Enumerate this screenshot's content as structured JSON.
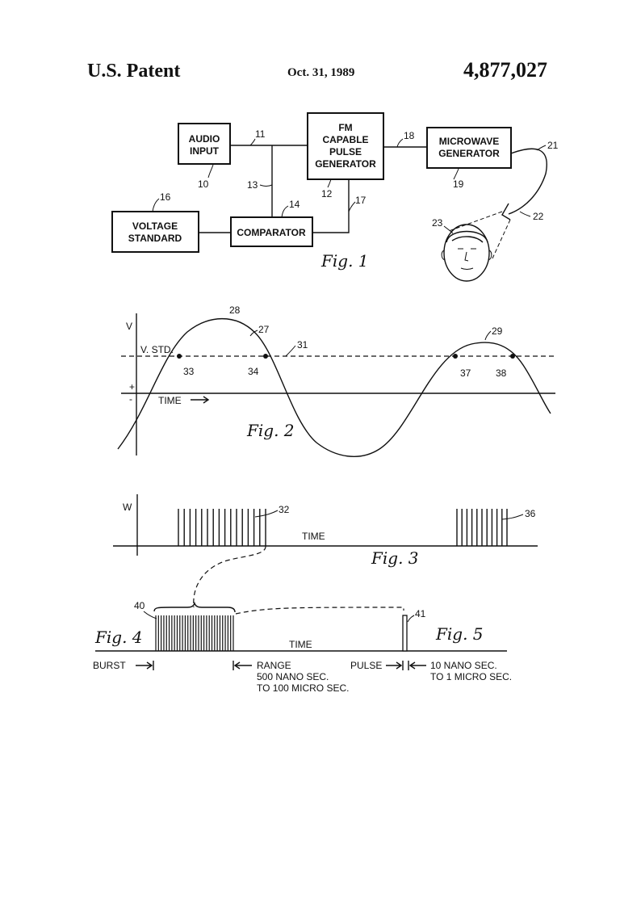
{
  "header": {
    "patent_label": "U.S. Patent",
    "date": "Oct. 31, 1989",
    "patent_number": "4,877,027"
  },
  "fig1": {
    "caption": "Fig. 1",
    "audio_input": [
      "AUDIO",
      "INPUT"
    ],
    "pulse_generator": [
      "FM",
      "CAPABLE",
      "PULSE",
      "GENERATOR"
    ],
    "microwave_generator": [
      "MICROWAVE",
      "GENERATOR"
    ],
    "voltage_standard": [
      "VOLTAGE",
      "STANDARD"
    ],
    "comparator": "COMPARATOR",
    "refs": [
      "10",
      "11",
      "12",
      "13",
      "14",
      "16",
      "17",
      "18",
      "19",
      "21",
      "22",
      "23"
    ]
  },
  "fig2": {
    "caption": "Fig. 2",
    "axis_v": "V",
    "plus": "+",
    "minus": "-",
    "v_std": "V. STD.",
    "time": "TIME",
    "refs": [
      "27",
      "28",
      "29",
      "31",
      "33",
      "34",
      "37",
      "38"
    ]
  },
  "fig3": {
    "caption": "Fig. 3",
    "axis_w": "W",
    "time": "TIME",
    "refs": [
      "32",
      "36"
    ]
  },
  "fig4": {
    "caption": "Fig. 4",
    "time": "TIME",
    "ref": "40",
    "burst": "BURST",
    "range": [
      "RANGE",
      "500 NANO SEC.",
      "TO 100 MICRO SEC."
    ]
  },
  "fig5": {
    "caption": "Fig. 5",
    "ref": "41",
    "pulse": "PULSE",
    "range": [
      "10 NANO SEC.",
      "TO 1 MICRO SEC."
    ]
  }
}
